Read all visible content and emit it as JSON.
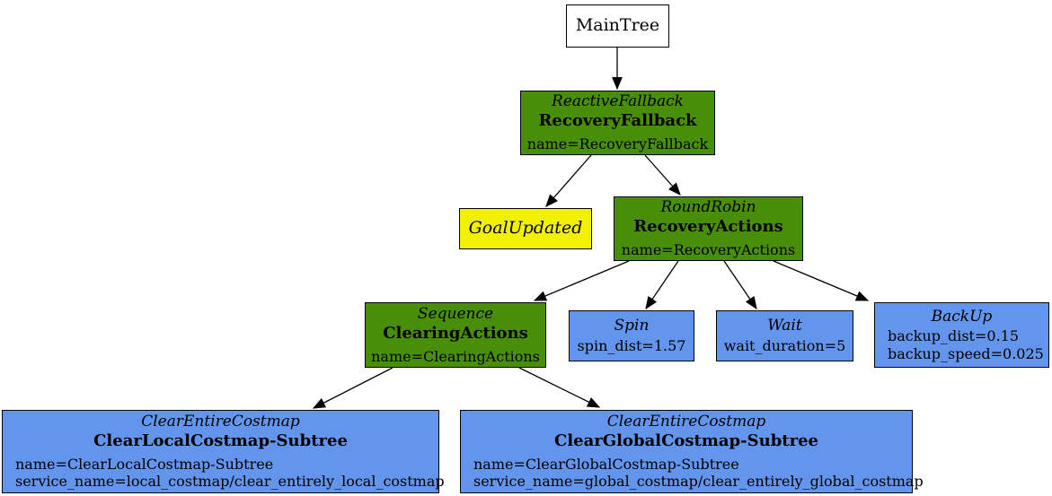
{
  "colors": {
    "background": "#ffffff",
    "control_fill": "#488e09",
    "condition_fill": "#f0f000",
    "action_fill": "#6495ed",
    "root_fill": "#ffffff",
    "border": "#000000",
    "edge": "#000000",
    "text": "#000000"
  },
  "nodes": {
    "maintree": {
      "label": "MainTree"
    },
    "recovery_fallback": {
      "type": "ReactiveFallback",
      "name": "RecoveryFallback",
      "attrs": [
        "name=RecoveryFallback"
      ]
    },
    "goal_updated": {
      "type": "GoalUpdated"
    },
    "recovery_actions": {
      "type": "RoundRobin",
      "name": "RecoveryActions",
      "attrs": [
        "name=RecoveryActions"
      ]
    },
    "clearing_actions": {
      "type": "Sequence",
      "name": "ClearingActions",
      "attrs": [
        "name=ClearingActions"
      ]
    },
    "spin": {
      "type": "Spin",
      "attrs": [
        "spin_dist=1.57"
      ]
    },
    "wait": {
      "type": "Wait",
      "attrs": [
        "wait_duration=5"
      ]
    },
    "backup": {
      "type": "BackUp",
      "attrs": [
        "backup_dist=0.15",
        "backup_speed=0.025"
      ]
    },
    "clear_local_costmap": {
      "type": "ClearEntireCostmap",
      "name": "ClearLocalCostmap-Subtree",
      "attrs": [
        "name=ClearLocalCostmap-Subtree",
        "service_name=local_costmap/clear_entirely_local_costmap"
      ]
    },
    "clear_global_costmap": {
      "type": "ClearEntireCostmap",
      "name": "ClearGlobalCostmap-Subtree",
      "attrs": [
        "name=ClearGlobalCostmap-Subtree",
        "service_name=global_costmap/clear_entirely_global_costmap"
      ]
    }
  },
  "edges": [
    {
      "from": "maintree",
      "to": "recovery_fallback"
    },
    {
      "from": "recovery_fallback",
      "to": "goal_updated"
    },
    {
      "from": "recovery_fallback",
      "to": "recovery_actions"
    },
    {
      "from": "recovery_actions",
      "to": "clearing_actions"
    },
    {
      "from": "recovery_actions",
      "to": "spin"
    },
    {
      "from": "recovery_actions",
      "to": "wait"
    },
    {
      "from": "recovery_actions",
      "to": "backup"
    },
    {
      "from": "clearing_actions",
      "to": "clear_local_costmap"
    },
    {
      "from": "clearing_actions",
      "to": "clear_global_costmap"
    }
  ]
}
